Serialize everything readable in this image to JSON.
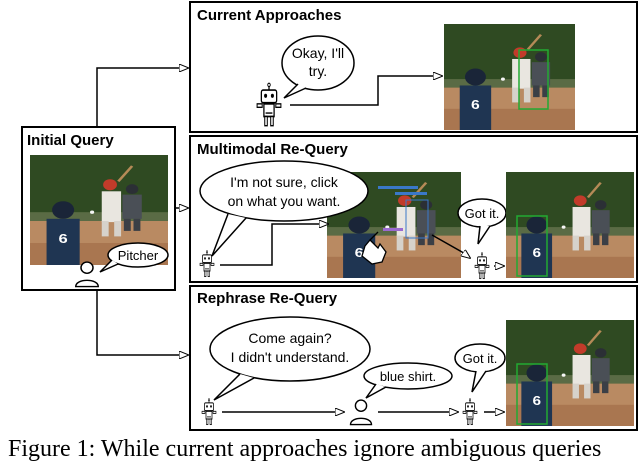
{
  "panels": {
    "initial_query": {
      "title": "Initial Query",
      "user_bubble": "Pitcher"
    },
    "current_approaches": {
      "title": "Current Approaches",
      "robot_bubble": [
        "Okay, I'll",
        "try."
      ]
    },
    "multimodal": {
      "title": "Multimodal Re-Query",
      "robot_bubble": [
        "I'm not sure, click",
        "on what you want."
      ],
      "robot_bubble2": "Got it."
    },
    "rephrase": {
      "title": "Rephrase Re-Query",
      "robot_bubble": [
        "Come again?",
        "I didn't understand."
      ],
      "user_bubble": "blue shirt.",
      "robot_bubble2": "Got it."
    }
  },
  "caption": "Figure 1: While current approaches ignore ambiguous queries",
  "colors": {
    "detection_box": "#22aa33",
    "field_grass": "#3c5a2a",
    "field_dirt": "#b98a62",
    "jersey_blue": "#1f3552",
    "jersey_white": "#e9e6e0",
    "cap_red": "#c23b2a"
  }
}
